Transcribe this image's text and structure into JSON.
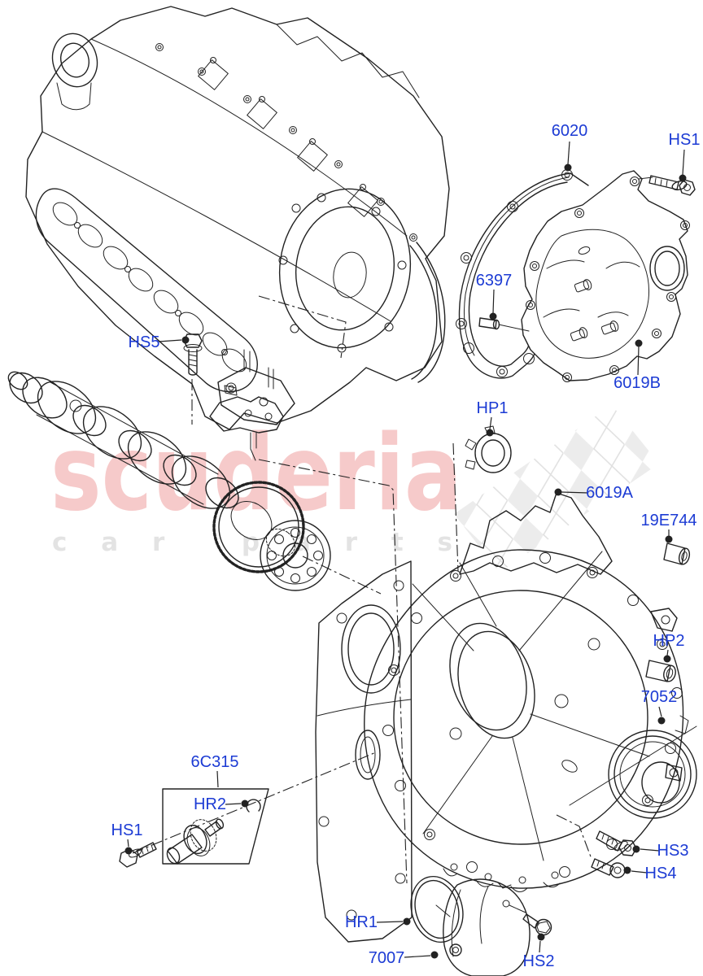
{
  "page": {
    "background": "#ffffff"
  },
  "colors": {
    "callout": "#1c3bd4",
    "line": "#222222",
    "watermark_pink": "#f6caca",
    "watermark_gray": "#e3e3e3",
    "watermark_flag_fill": "#ececec",
    "watermark_flag_line": "#e0e0e0"
  },
  "watermark": {
    "brand": "scuderia",
    "tagline": "car parts"
  },
  "callouts": [
    {
      "id": "6020",
      "text": "6020"
    },
    {
      "id": "HS1-cover",
      "text": "HS1"
    },
    {
      "id": "6397",
      "text": "6397"
    },
    {
      "id": "HS5",
      "text": "HS5"
    },
    {
      "id": "6019B",
      "text": "6019B"
    },
    {
      "id": "HP1",
      "text": "HP1"
    },
    {
      "id": "6019A",
      "text": "6019A"
    },
    {
      "id": "19E744",
      "text": "19E744"
    },
    {
      "id": "HP2",
      "text": "HP2"
    },
    {
      "id": "7052",
      "text": "7052"
    },
    {
      "id": "6C315",
      "text": "6C315"
    },
    {
      "id": "HR2",
      "text": "HR2"
    },
    {
      "id": "HS1-sensor",
      "text": "HS1"
    },
    {
      "id": "HR1",
      "text": "HR1"
    },
    {
      "id": "7007",
      "text": "7007"
    },
    {
      "id": "HS2",
      "text": "HS2"
    },
    {
      "id": "HS3",
      "text": "HS3"
    },
    {
      "id": "HS4",
      "text": "HS4"
    }
  ]
}
